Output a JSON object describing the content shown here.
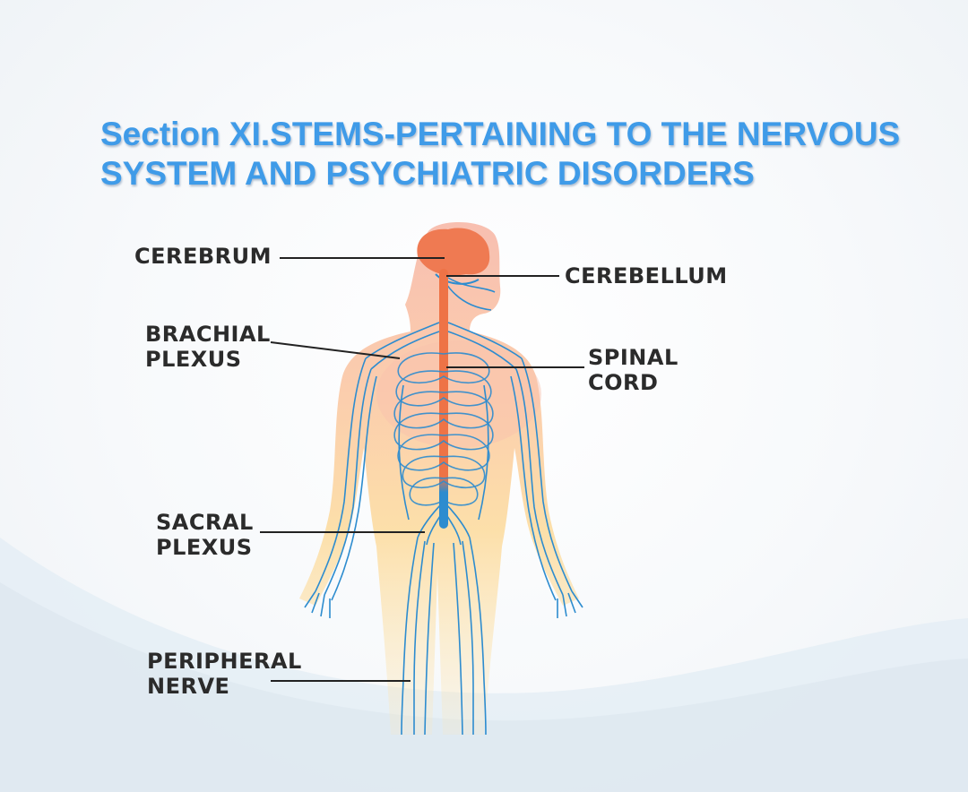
{
  "slide": {
    "title_lines": [
      "Section XI.STEMS-PERTAINING TO THE NERVOUS",
      "SYSTEM AND PSYCHIATRIC DISORDERS"
    ]
  },
  "diagram": {
    "labels": {
      "cerebrum": [
        "CEREBRUM"
      ],
      "cerebellum": [
        "CEREBELLUM"
      ],
      "brachial_plexus": [
        "BRACHIAL",
        "PLEXUS"
      ],
      "spinal_cord": [
        "SPINAL",
        "CORD"
      ],
      "sacral_plexus": [
        "SACRAL",
        "PLEXUS"
      ],
      "peripheral_nerve": [
        "PERIPHERAL",
        "NERVE"
      ]
    },
    "colors": {
      "title": "#3f9be8",
      "body_skin": "#fbd79a",
      "upper_body_tint": "#f8c0ad",
      "brain": "#ef7a52",
      "spinal_cord": "#ee7346",
      "nerves": "#2d8ccf",
      "leader_lines": "#222222"
    }
  }
}
